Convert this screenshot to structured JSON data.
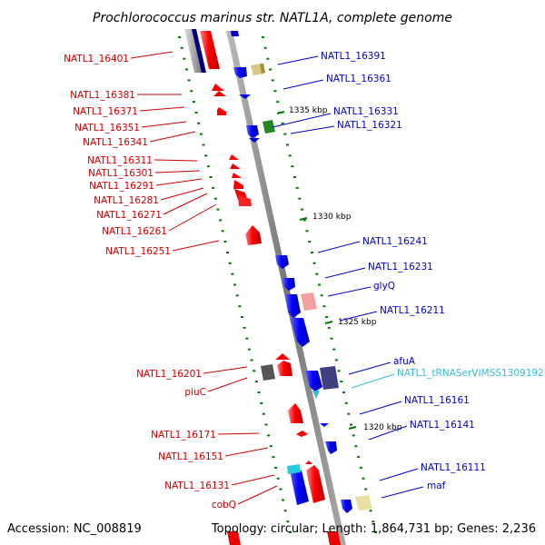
{
  "title": "Prochlorococcus marinus str. NATL1A, complete genome",
  "footer": {
    "accession": "Accession: NC_008819",
    "summary": "Topology: circular; Length: 1,864,731 bp; Genes: 2,236"
  },
  "colors": {
    "forward_label": "#cc0000",
    "reverse_label": "#0000cc",
    "rna_label": "#33bbdd",
    "forward_gene": "#ee0000",
    "reverse_gene": "#0000ee",
    "tick": "#007700",
    "backbone": "#888888"
  },
  "scale_labels": [
    "1335 kbp",
    "1330 kbp",
    "1325 kbp",
    "1320 kbp"
  ],
  "left_labels": [
    "NATL1_16401",
    "NATL1_16381",
    "NATL1_16371",
    "NATL1_16351",
    "NATL1_16341",
    "NATL1_16311",
    "NATL1_16301",
    "NATL1_16291",
    "NATL1_16281",
    "NATL1_16271",
    "NATL1_16261",
    "NATL1_16251",
    "NATL1_16201",
    "piuC",
    "NATL1_16171",
    "NATL1_16151",
    "NATL1_16131",
    "cobQ"
  ],
  "right_labels": [
    "NATL1_16391",
    "NATL1_16361",
    "NATL1_16331",
    "NATL1_16321",
    "NATL1_16241",
    "NATL1_16231",
    "glyQ",
    "NATL1_16211",
    "afuA",
    "NATL1_tRNASerVIMSS1309192",
    "NATL1_16161",
    "NATL1_16141",
    "NATL1_16111",
    "maf"
  ]
}
